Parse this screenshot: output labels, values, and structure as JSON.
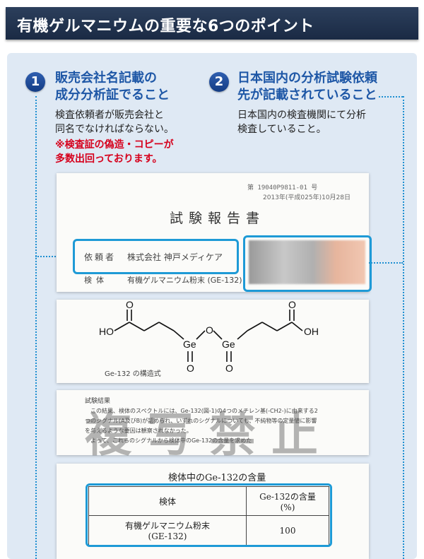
{
  "header": {
    "title": "有機ゲルマニウムの重要な6つのポイント"
  },
  "points": [
    {
      "number": "1",
      "title_lines": [
        "販売会社名記載の",
        "成分分析証でること"
      ],
      "body_lines": [
        "検査依頼者が販売会社と",
        "同名でなければならない。"
      ],
      "warning_lines": [
        "※検査証の偽造・コピーが",
        "多数出回っております。"
      ]
    },
    {
      "number": "2",
      "title_lines": [
        "日本国内の分析試験依頼",
        "先が記載されていること"
      ],
      "body_lines": [
        "日本国内の検査機関にて分析",
        "検査していること。"
      ]
    }
  ],
  "certificate": {
    "doc_no": "第 19040P9811-01 号",
    "date": "2013年(平成025年)10月28日",
    "title": "試験報告書",
    "client_label": "依頼者",
    "client_value": "株式会社 神戸メディケア",
    "sample_label": "検体",
    "sample_value": "有機ゲルマニウム粉末 (GE-132)"
  },
  "structure": {
    "caption": "Ge-132 の構造式",
    "atoms": {
      "ho": "HO",
      "oh": "OH",
      "ge": "Ge",
      "o": "O"
    }
  },
  "results": {
    "heading": "試験結果",
    "lines": [
      "この結果、検体のスペクトルには、Ge-132(図-1)の4つのメチレン基(-CH2-)に由来する2",
      "つのシグナル(A及びB)が認められ、いずれのシグナルについても、不純物等の定量値に影響",
      "を与えるような要因は観察されなかった。",
      "よって、これらのシグナルから検体中のGe-132の含量を求めた"
    ],
    "watermark": "複写禁止"
  },
  "content_table": {
    "title": "検体中のGe-132の含量",
    "headers": [
      "検体",
      "Ge-132の含量",
      "(%)"
    ],
    "row": {
      "name_line1": "有機ゲルマニウム粉末",
      "name_line2": "(GE-132)",
      "value": "100"
    }
  },
  "colors": {
    "accent": "#1e57a6",
    "highlight": "#1e9ad6",
    "warning": "#d6001c",
    "header_bg": "#1a2a44"
  }
}
